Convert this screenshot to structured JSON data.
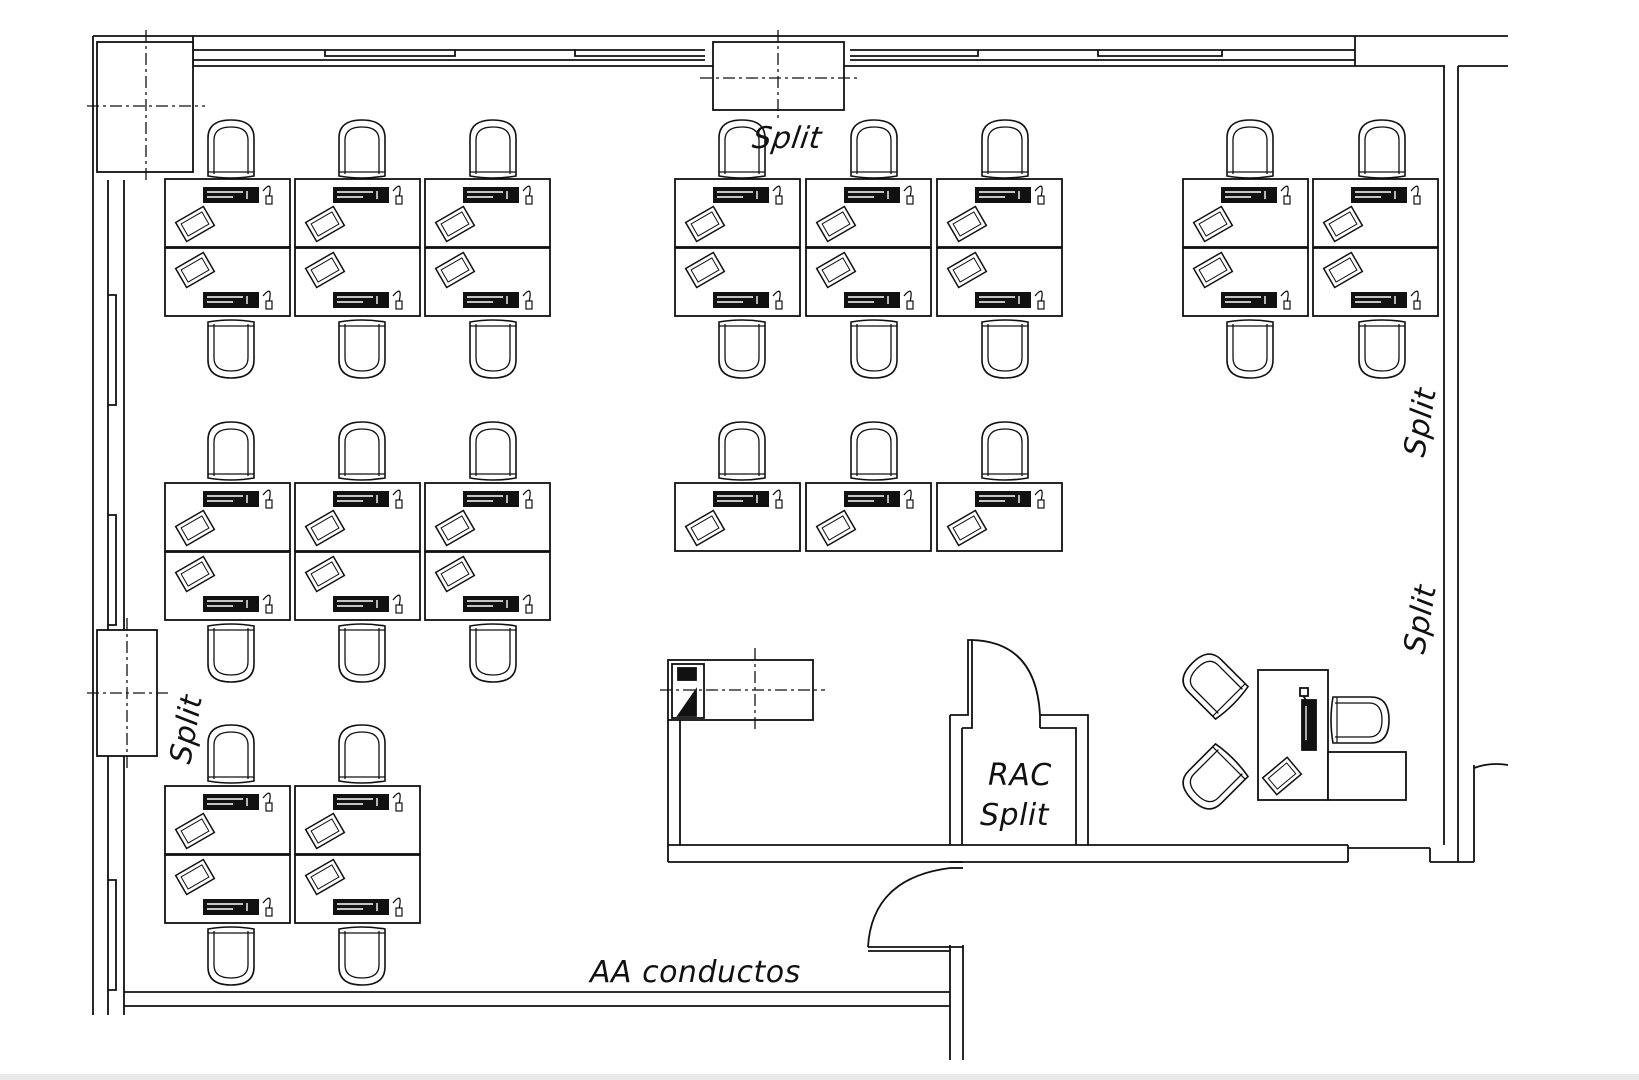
{
  "labels": {
    "split_top": "Split",
    "split_right_upper": "Split",
    "split_right_lower": "Split",
    "split_left": "Split",
    "rac_line1": "RAC",
    "rac_line2": "Split",
    "aa_conductos": "AA conductos"
  },
  "colors": {
    "line": "#111111",
    "background": "#ffffff"
  }
}
